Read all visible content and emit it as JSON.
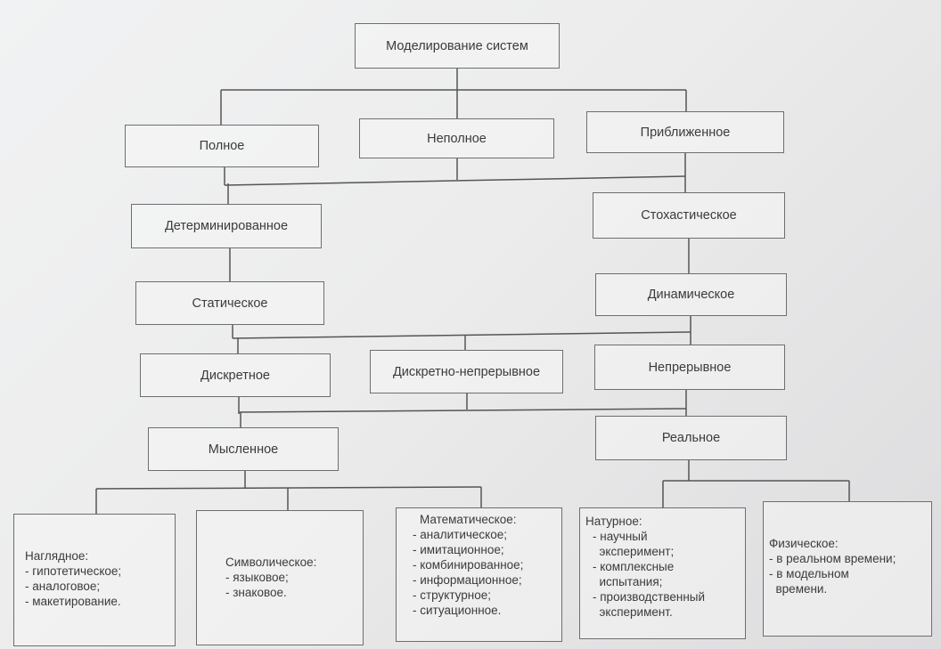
{
  "diagram": {
    "root": "Моделирование систем",
    "level1": [
      "Полное",
      "Неполное",
      "Приближенное"
    ],
    "level2": [
      "Детерминированное",
      "Стохастическое"
    ],
    "level3": [
      "Статическое",
      "Динамическое"
    ],
    "level4": [
      "Дискретное",
      "Дискретно-непрерывное",
      "Непрерывное"
    ],
    "level5": [
      "Мысленное",
      "Реальное"
    ],
    "leaves": [
      {
        "title": "Наглядное:",
        "items": [
          "- гипотетическое;",
          "- аналоговое;",
          "- макетирование."
        ]
      },
      {
        "title": "Символическое:",
        "items": [
          "- языковое;",
          "- знаковое."
        ]
      },
      {
        "title": "Математическое:",
        "items": [
          "- аналитическое;",
          "- имитационное;",
          "- комбинированное;",
          "- информационное;",
          "- структурное;",
          "- ситуационное."
        ]
      },
      {
        "title": "Натурное:",
        "items": [
          "- научный",
          "  эксперимент;",
          "- комплексные",
          "  испытания;",
          "- производственный",
          "  эксперимент."
        ]
      },
      {
        "title": "Физическое:",
        "items": [
          "- в реальном времени;",
          "- в модельном",
          "  времени."
        ]
      }
    ]
  }
}
